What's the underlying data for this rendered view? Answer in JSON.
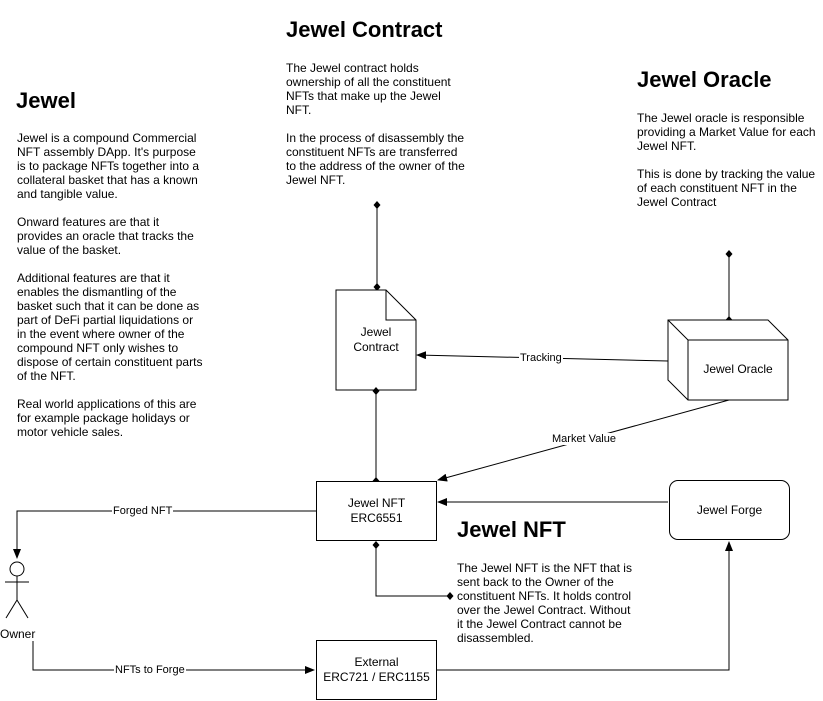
{
  "jewel": {
    "title": "Jewel",
    "paragraphs": [
      "Jewel is a compound Commercial NFT assembly DApp. It's purpose is to package NFTs together into a collateral basket that has a known and tangible value.",
      "Onward features are that it provides an oracle that tracks the value of the basket.",
      "Additional features are that it enables the dismantling of the basket such that it can be done as part of DeFi partial liquidations or in the event where owner of the compound NFT only wishes to dispose of certain constituent parts of the NFT.",
      "Real world applications of this are for example package holidays or motor vehicle sales."
    ]
  },
  "contract_section": {
    "title": "Jewel Contract",
    "paragraphs": [
      "The Jewel contract holds ownership of all the constituent NFTs that make up the Jewel NFT.",
      "In the process of disassembly the constituent NFTs are transferred to the address of the owner of the Jewel NFT."
    ]
  },
  "oracle_section": {
    "title": "Jewel Oracle",
    "paragraphs": [
      "The Jewel oracle is responsible providing a Market Value for each Jewel NFT.",
      "This is done by tracking the value of each constituent NFT in the Jewel Contract"
    ]
  },
  "nft_section": {
    "title": "Jewel  NFT",
    "paragraphs": [
      "The Jewel NFT is the NFT that is sent back to the Owner of the constituent NFTs. It holds control over the Jewel Contract. Without it the Jewel Contract cannot be disassembled."
    ]
  },
  "nodes": {
    "contract_doc": {
      "line1": "Jewel",
      "line2": "Contract"
    },
    "oracle_cube": {
      "label": "Jewel Oracle"
    },
    "jewel_nft": {
      "line1": "Jewel NFT",
      "line2": "ERC6551"
    },
    "forge": {
      "label": "Jewel Forge"
    },
    "external": {
      "line1": "External",
      "line2": "ERC721 / ERC1155"
    },
    "owner": {
      "label": "Owner"
    }
  },
  "edges": {
    "tracking": "Tracking",
    "market_value": "Market Value",
    "forged_nft": "Forged NFT",
    "nfts_to_forge": "NFTs to Forge"
  }
}
